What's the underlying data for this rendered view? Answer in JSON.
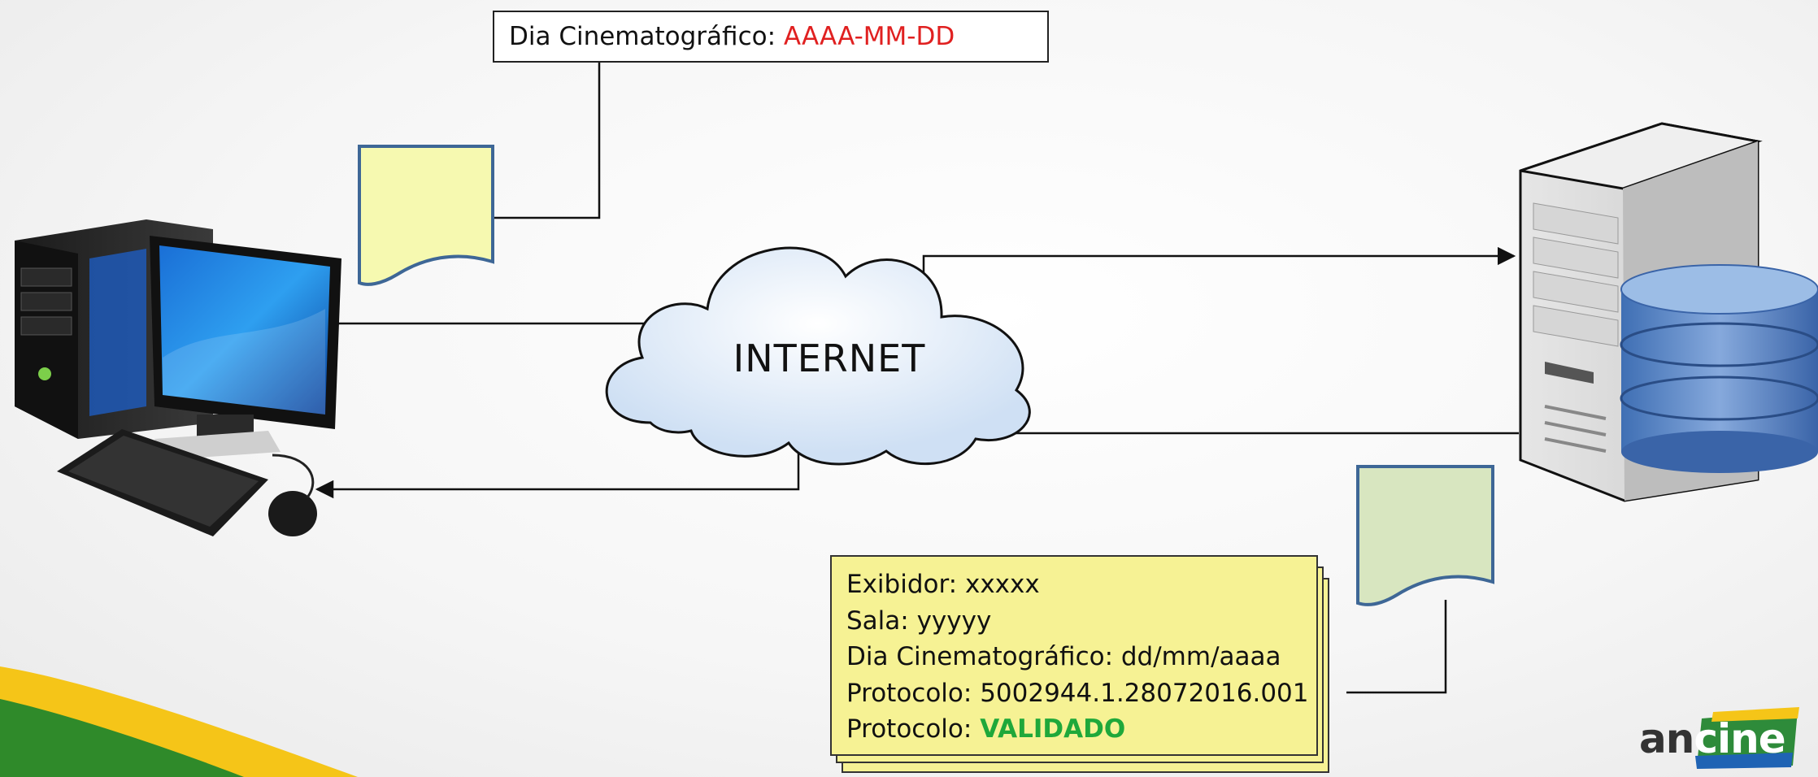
{
  "request_label": {
    "prefix": "Dia Cinematográfico: ",
    "value": "AAAA-MM-DD"
  },
  "cloud": {
    "label": "INTERNET"
  },
  "response_note": {
    "lines": [
      "Exibidor: xxxxx",
      "Sala: yyyyy",
      "Dia  Cinematográfico: dd/mm/aaaa",
      "Protocolo: 5002944.1.28072016.001"
    ],
    "status_prefix": "Protocolo: ",
    "status_value": "VALIDADO"
  },
  "logo": {
    "part1": "an",
    "part2": "cine"
  },
  "colors": {
    "placeholder_red": "#e02020",
    "validated_green": "#1fa83a",
    "request_doc": "#f6f9b0",
    "response_doc": "#d8e6c0",
    "doc_border": "#3e6796",
    "note_yellow": "#f6f294",
    "wave_yellow": "#f5c518",
    "wave_green": "#2f8a2a"
  },
  "icons": [
    "desktop-computer-icon",
    "server-icon",
    "database-icon",
    "cloud-icon",
    "document-icon"
  ]
}
